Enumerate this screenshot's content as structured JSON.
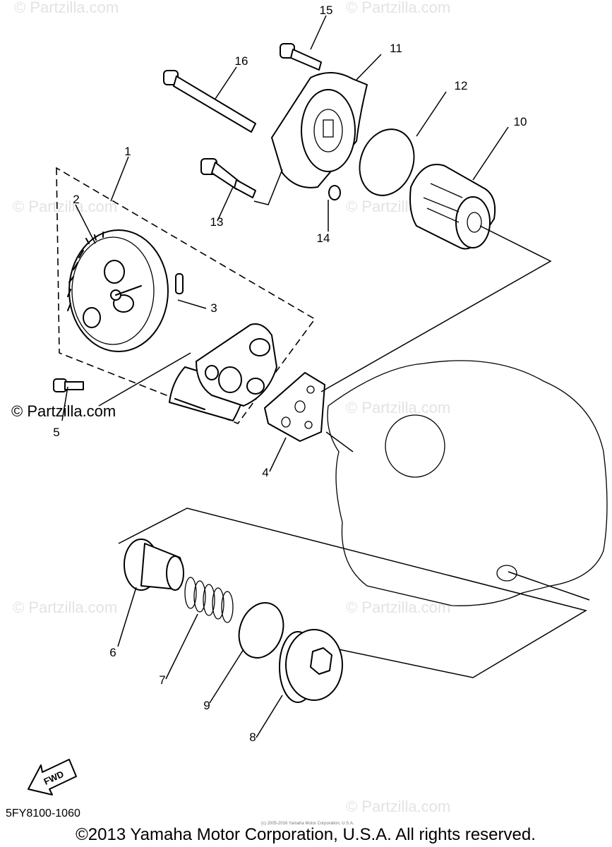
{
  "watermark": "© Partzilla.com",
  "watermark_main": "© Partzilla.com",
  "part_labels": {
    "p1": "1",
    "p2": "2",
    "p3": "3",
    "p4": "4",
    "p5": "5",
    "p6": "6",
    "p7": "7",
    "p8": "8",
    "p9": "9",
    "p10": "10",
    "p11": "11",
    "p12": "12",
    "p13": "13",
    "p14": "14",
    "p15": "15",
    "p16": "16"
  },
  "fwd_label": "FWD",
  "diagram_code": "5FY8100-1060",
  "small_copyright": "(c) 2005-2016 Yamaha Motor Corporation, U.S.A.",
  "copyright": "©2013 Yamaha Motor Corporation, U.S.A. All rights reserved."
}
